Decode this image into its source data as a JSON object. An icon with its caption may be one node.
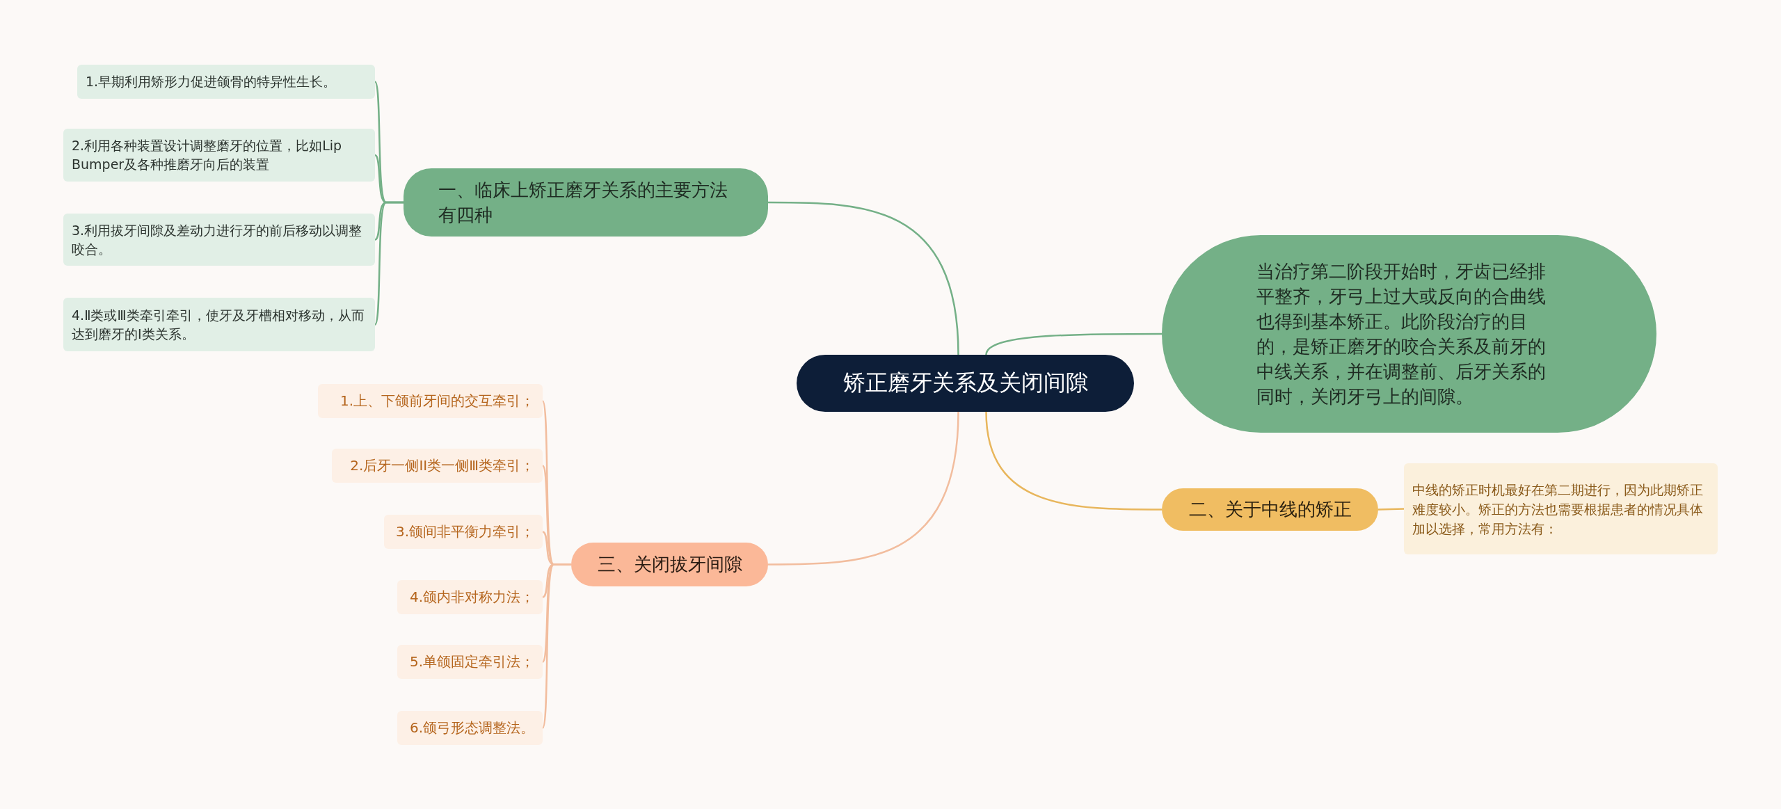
{
  "diagram": {
    "nodes": [
      {
        "text": [
          "矫正磨牙关系及关闭间隙"
        ]
      },
      {
        "text": [
          "一、临床上矫正磨牙关系的主要方法有四种"
        ]
      },
      {
        "text": [
          "1.早期利用矫形力促进颌骨的特异性生长。"
        ]
      },
      {
        "text": [
          "2.利用各种装置设计调整磨牙的位置，比如Lip Bumper及各种推磨牙向后的装置"
        ]
      },
      {
        "text": [
          "3.利用拔牙间隙及差动力进行牙的前后移动以调整咬合。"
        ]
      },
      {
        "text": [
          "4.Ⅱ类或Ⅲ类牵引牵引，使牙及牙槽相对移动，从而达到磨牙的Ⅰ类关系。"
        ]
      },
      {
        "text": [
          "当治疗第二阶段开始时，牙齿已经排平整齐，牙弓上过大或反向的合曲线也得到基本矫正。此阶段治疗的目的，是矫正磨牙的咬合关系及前牙的中线关系，并在调整前、后牙关系的同时，关闭牙弓上的间隙。"
        ]
      },
      {
        "text": [
          "二、关于中线的矫正"
        ]
      },
      {
        "text": [
          "中线的矫正时机最好在第二期进行，因为此期矫正难度较小。矫正的方法也需要根据患者的情况具体加以选择，常用方法有："
        ]
      },
      {
        "text": [
          "三、关闭拔牙间隙"
        ]
      },
      {
        "text": [
          "1.上、下颌前牙间的交互牵引；"
        ]
      },
      {
        "text": [
          "2.后牙一侧II类一侧Ⅲ类牵引；"
        ]
      },
      {
        "text": [
          "3.颌间非平衡力牵引；"
        ]
      },
      {
        "text": [
          "4.颌内非对称力法；"
        ]
      },
      {
        "text": [
          "5.单颌固定牵引法；"
        ]
      },
      {
        "text": [
          "6.颌弓形态调整法。"
        ]
      }
    ],
    "edges": [
      {
        "from": 0,
        "to": 1,
        "arrow": "none",
        "color": "#74b087"
      },
      {
        "from": 1,
        "to": 2,
        "arrow": "none",
        "color": "#74b087"
      },
      {
        "from": 1,
        "to": 3,
        "arrow": "none",
        "color": "#74b087"
      },
      {
        "from": 1,
        "to": 4,
        "arrow": "none",
        "color": "#74b087"
      },
      {
        "from": 1,
        "to": 5,
        "arrow": "none",
        "color": "#74b087"
      },
      {
        "from": 0,
        "to": 6,
        "arrow": "none",
        "color": "#74b087"
      },
      {
        "from": 0,
        "to": 7,
        "arrow": "none",
        "color": "#e8b65c"
      },
      {
        "from": 7,
        "to": 8,
        "arrow": "none",
        "color": "#e8b65c"
      },
      {
        "from": 0,
        "to": 9,
        "arrow": "none"
      },
      {
        "from": 9,
        "to": 10,
        "arrow": "none"
      },
      {
        "from": 9,
        "to": 11,
        "arrow": "none"
      },
      {
        "from": 9,
        "to": 12,
        "arrow": "none"
      },
      {
        "from": 9,
        "to": 13,
        "arrow": "none"
      },
      {
        "from": 9,
        "to": 14,
        "arrow": "none"
      },
      {
        "from": 9,
        "to": 15,
        "arrow": "none"
      }
    ]
  }
}
